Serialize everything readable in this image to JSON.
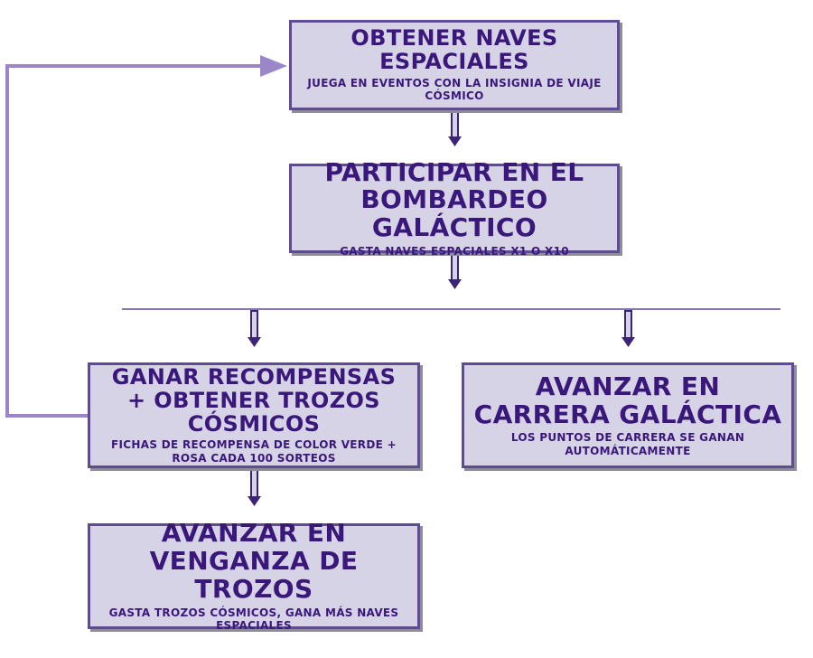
{
  "colors": {
    "box_fill": "#d6d3e6",
    "box_border": "#5e4a99",
    "text": "#3a177a",
    "arrow": "#3b2476",
    "loop_line": "#9b86c9",
    "divider": "#5e4a99"
  },
  "nodes": {
    "obtener": {
      "title": "OBTENER NAVES ESPACIALES",
      "subtitle": "JUEGA EN EVENTOS CON LA INSIGNIA DE VIAJE CÓSMICO"
    },
    "participar": {
      "title": "PARTICIPAR EN EL BOMBARDEO GALÁCTICO",
      "subtitle": "GASTA NAVES ESPACIALES X1 O X10"
    },
    "ganar": {
      "title": "GANAR RECOMPENSAS + OBTENER TROZOS CÓSMICOS",
      "subtitle": "FICHAS DE RECOMPENSA DE COLOR VERDE + ROSA CADA 100 SORTEOS"
    },
    "carrera": {
      "title": "AVANZAR EN CARRERA GALÁCTICA",
      "subtitle": "LOS PUNTOS DE CARRERA SE GANAN AUTOMÁTICAMENTE"
    },
    "venganza": {
      "title": "AVANZAR EN VENGANZA DE TROZOS",
      "subtitle": "GASTA TROZOS CÓSMICOS, GANA MÁS NAVES ESPACIALES"
    }
  },
  "edges": [
    {
      "from": "obtener",
      "to": "participar"
    },
    {
      "from": "participar",
      "to": "ganar"
    },
    {
      "from": "participar",
      "to": "carrera"
    },
    {
      "from": "ganar",
      "to": "venganza"
    },
    {
      "from": "ganar",
      "to": "obtener"
    }
  ]
}
